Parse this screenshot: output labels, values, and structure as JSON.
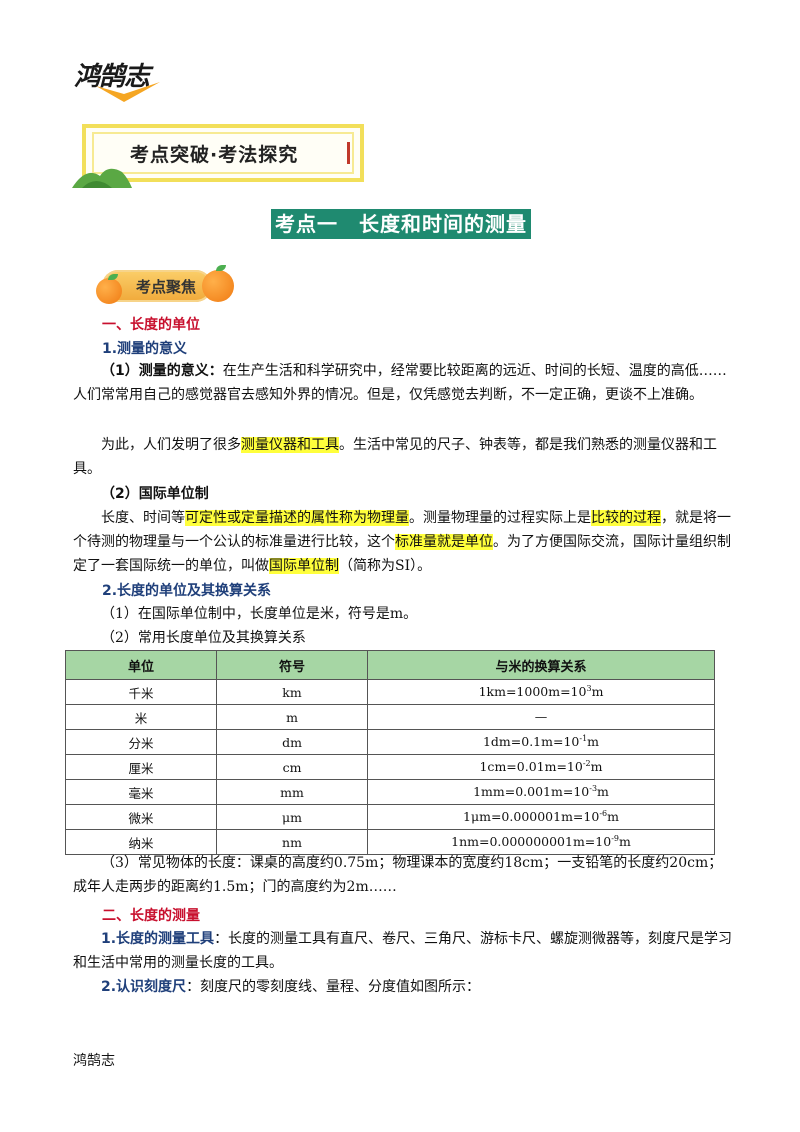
{
  "header": {
    "logo_text": "鸿鹄志",
    "banner_title": "考点突破·考法探究"
  },
  "section": {
    "title": "考点一　长度和时间的测量",
    "focus_label": "考点聚焦"
  },
  "content": {
    "h1": "一、长度的单位",
    "s1_title": "1.测量的意义",
    "p1_label": "（1）测量的意义",
    "p1_colon": "：",
    "p1_text": "在生产生活和科学研究中，经常要比较距离的远近、时间的长短、温度的高低……人们常常用自己的感觉器官去感知外界的情况。但是，仅凭感觉去判断，不一定正确，更谈不上准确。",
    "p2_a": "为此，人们发明了很多",
    "p2_hl": "测量仪器和工具",
    "p2_b": "。生活中常见的尺子、钟表等，都是我们熟悉的测量仪器和工具。",
    "p3_label": "（2）国际单位制",
    "p4_a": "长度、时间等",
    "p4_hl1": "可定性或定量描述的属性称为物理量",
    "p4_b": "。测量物理量的过程实际上是",
    "p4_hl2": "比较的过程",
    "p4_c": "，就是将一个待测的物理量与一个公认的标准量进行比较，这个",
    "p4_hl3": "标准量就是单位",
    "p4_d": "。为了方便国际交流，国际计量组织制定了一套国际统一的单位，叫做",
    "p4_hl4": "国际单位制",
    "p4_e": "（简称为SI）。",
    "s2_title": "2.长度的单位及其换算关系",
    "p5": "（1）在国际单位制中，长度单位是米，符号是m。",
    "p6": "（2）常用长度单位及其换算关系",
    "p7": "（3）常见物体的长度：课桌的高度约0.75m；物理课本的宽度约18cm；一支铅笔的长度约20cm；成年人走两步的距离约1.5m；门的高度约为2m……",
    "h2": "二、长度的测量",
    "p8_label": "1.长度的测量工具",
    "p8_text": "：长度的测量工具有直尺、卷尺、三角尺、游标卡尺、螺旋测微器等，刻度尺是学习和生活中常用的测量长度的工具。",
    "p9_label": "2.认识刻度尺",
    "p9_text": "：刻度尺的零刻度线、量程、分度值如图所示："
  },
  "table": {
    "headers": [
      "单位",
      "符号",
      "与米的换算关系"
    ],
    "rows": [
      {
        "unit": "千米",
        "symbol": "km",
        "rel_base": "1km=1000m=10",
        "rel_exp": "3",
        "rel_tail": "m"
      },
      {
        "unit": "米",
        "symbol": "m",
        "rel_base": "—",
        "rel_exp": "",
        "rel_tail": ""
      },
      {
        "unit": "分米",
        "symbol": "dm",
        "rel_base": "1dm=0.1m=10",
        "rel_exp": "-1",
        "rel_tail": "m"
      },
      {
        "unit": "厘米",
        "symbol": "cm",
        "rel_base": "1cm=0.01m=10",
        "rel_exp": "-2",
        "rel_tail": "m"
      },
      {
        "unit": "毫米",
        "symbol": "mm",
        "rel_base": "1mm=0.001m=10",
        "rel_exp": "-3",
        "rel_tail": "m"
      },
      {
        "unit": "微米",
        "symbol": "μm",
        "rel_base": "1μm=0.000001m=10",
        "rel_exp": "-6",
        "rel_tail": "m"
      },
      {
        "unit": "纳米",
        "symbol": "nm",
        "rel_base": "1nm=0.000000001m=10",
        "rel_exp": "-9",
        "rel_tail": "m"
      }
    ]
  },
  "footer": {
    "text": "鸿鹄志"
  }
}
